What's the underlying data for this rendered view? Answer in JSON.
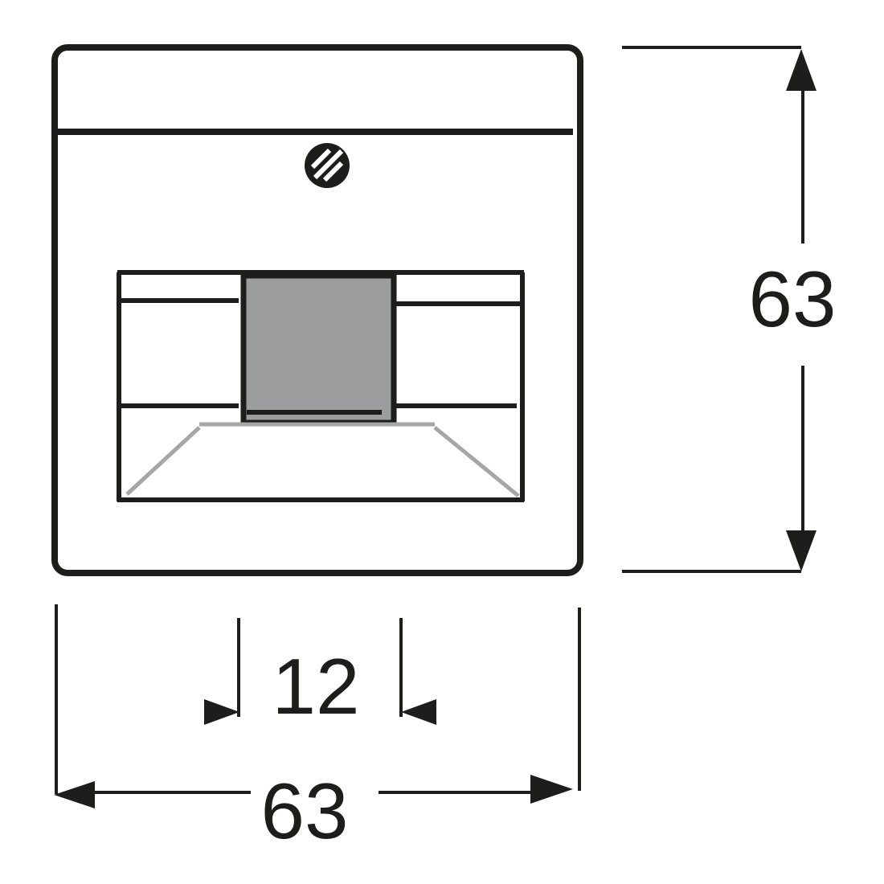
{
  "drawing": {
    "dimensions": {
      "height_label": "63",
      "width_label": "63",
      "opening_label": "12"
    },
    "colors": {
      "line": "#1d1d1b",
      "jack_fill": "#9b9d9e",
      "hidden_edge": "#a6a6a6",
      "background": "#ffffff"
    }
  }
}
